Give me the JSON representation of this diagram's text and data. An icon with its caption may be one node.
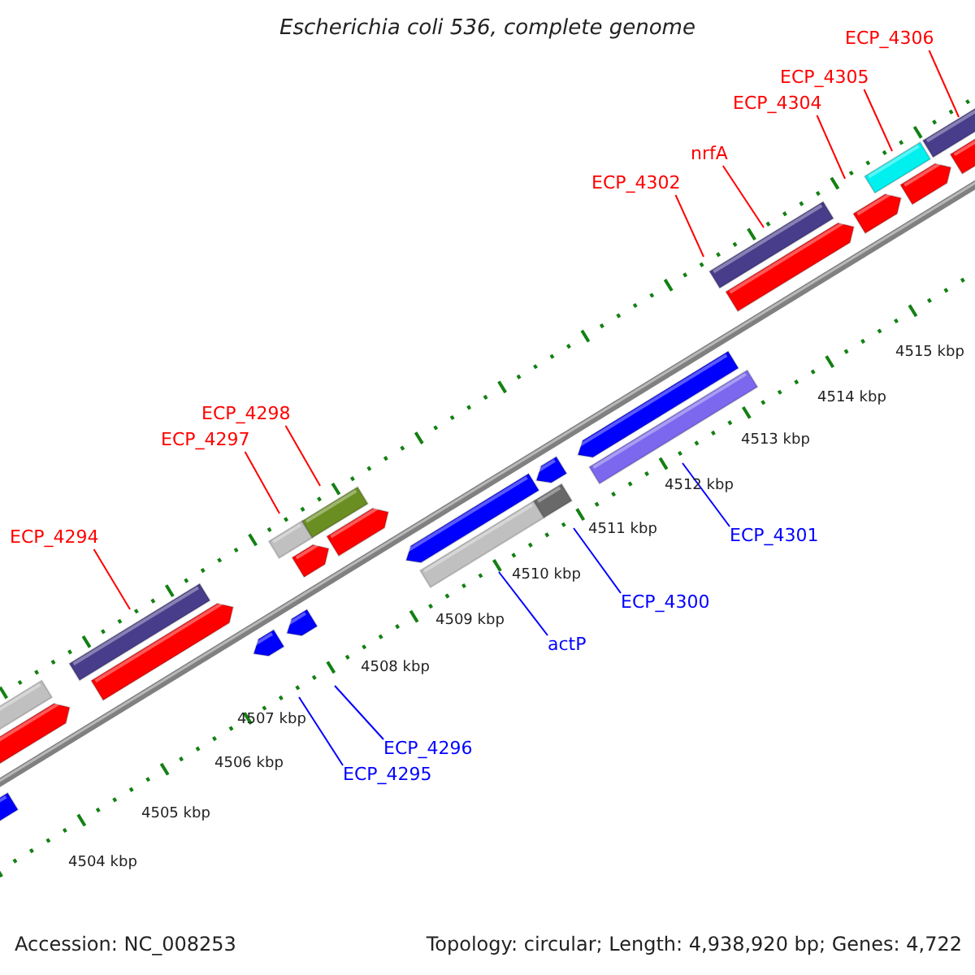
{
  "diagram": {
    "title": "Escherichia coli 536, complete genome",
    "nodes": [
      {
        "text": [
          "ECP_4306"
        ]
      },
      {
        "text": [
          "ECP_4305"
        ]
      },
      {
        "text": [
          "ECP_4304"
        ]
      },
      {
        "text": [
          "nrfA"
        ]
      },
      {
        "text": [
          "ECP_4302"
        ]
      },
      {
        "text": [
          "ECP_4298"
        ]
      },
      {
        "text": [
          "ECP_4297"
        ]
      },
      {
        "text": [
          "ECP_4294"
        ]
      },
      {
        "text": [
          "ECP_4301"
        ]
      },
      {
        "text": [
          "ECP_4300"
        ]
      },
      {
        "text": [
          "actP"
        ]
      },
      {
        "text": [
          "ECP_4296"
        ]
      },
      {
        "text": [
          "ECP_4295"
        ]
      }
    ],
    "edges": [
      {
        "from": 0,
        "to": null,
        "arrow": "none"
      },
      {
        "from": 1,
        "to": null,
        "arrow": "none"
      },
      {
        "from": 2,
        "to": null,
        "arrow": "none"
      },
      {
        "from": 3,
        "to": null,
        "arrow": "none"
      },
      {
        "from": 4,
        "to": null,
        "arrow": "none"
      },
      {
        "from": 5,
        "to": null,
        "arrow": "none"
      },
      {
        "from": 6,
        "to": null,
        "arrow": "none"
      },
      {
        "from": 7,
        "to": null,
        "arrow": "none"
      },
      {
        "from": 8,
        "to": null,
        "arrow": "none",
        "color": "#0000ff"
      },
      {
        "from": 9,
        "to": null,
        "arrow": "none",
        "color": "#0000ff"
      },
      {
        "from": 10,
        "to": null,
        "arrow": "none",
        "color": "#0000ff"
      },
      {
        "from": 11,
        "to": null,
        "arrow": "none",
        "color": "#0000ff"
      },
      {
        "from": 12,
        "to": null,
        "arrow": "none",
        "color": "#0000ff"
      }
    ],
    "labels": [
      "4515 kbp",
      "4514 kbp",
      "4513 kbp",
      "4512 kbp",
      "4511 kbp",
      "4510 kbp",
      "4509 kbp",
      "4508 kbp",
      "4507 kbp",
      "4506 kbp",
      "4505 kbp",
      "4504 kbp",
      "Accession: NC_008253",
      "Topology: circular; Length: 4,938,920 bp; Genes: 4,722"
    ]
  }
}
